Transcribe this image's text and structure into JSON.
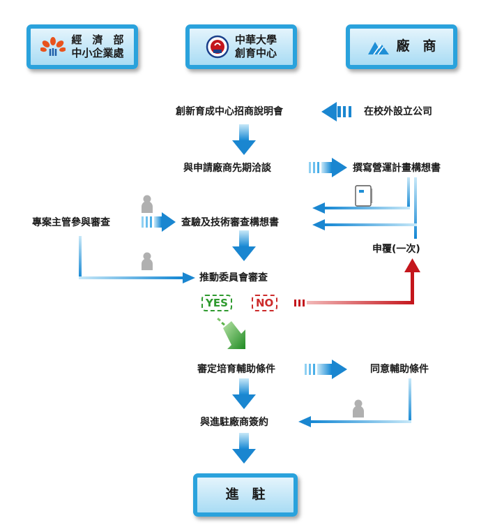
{
  "header": {
    "moea": {
      "line1": "經　濟　部",
      "line2": "中小企業處"
    },
    "chu": {
      "line1": "中華大學",
      "line2": "創育中心"
    },
    "vendor": {
      "label": "廠　商"
    }
  },
  "nodes": {
    "briefing": "創新育成中心招商說明會",
    "offcampus": "在校外設立公司",
    "consult": "與申請廠商先期洽談",
    "write_plan": "撰寫營運計畫構想書",
    "supervisor": "專案主管參與審查",
    "review": "查驗及技術審查構想書",
    "appeal": "申覆(一次)",
    "committee": "推動委員會審查",
    "yes": "YES",
    "no": "NO",
    "conditions": "審定培育輔助條件",
    "agree": "同意輔助條件",
    "contract": "與進駐廠商簽約",
    "enter": "進　駐"
  },
  "colors": {
    "blue": "#1f8fd6",
    "green": "#2e9a2e",
    "red": "#cc2a2a",
    "box_border": "#2aa2dc",
    "person": "#b0b0b0"
  },
  "icons": [
    "person-icon",
    "document-icon",
    "plum-blossom-icon",
    "chu-seal-icon",
    "mountain-logo-icon"
  ]
}
